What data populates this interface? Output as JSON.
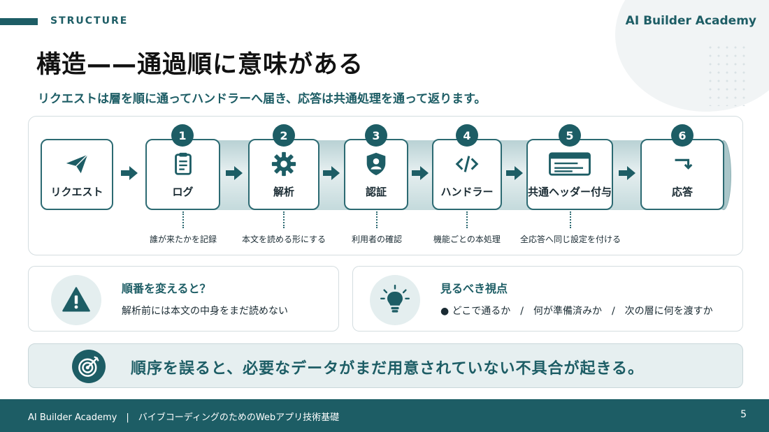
{
  "header": {
    "section_label": "STRUCTURE",
    "brand": "AI Builder Academy",
    "title": "構造——通過順に意味がある",
    "subtitle": "リクエストは層を順に通ってハンドラーへ届き、応答は共通処理を通って返ります。"
  },
  "flow": {
    "start": {
      "label": "リクエスト",
      "icon": "paper-plane-icon"
    },
    "steps": [
      {
        "number": "1",
        "label": "ログ",
        "icon": "clipboard-icon",
        "description": "誰が来たかを記録"
      },
      {
        "number": "2",
        "label": "解析",
        "icon": "gear-icon",
        "description": "本文を読める形にする"
      },
      {
        "number": "3",
        "label": "認証",
        "icon": "shield-user-icon",
        "description": "利用者の確認"
      },
      {
        "number": "4",
        "label": "ハンドラー",
        "icon": "code-icon",
        "description": "機能ごとの本処理"
      },
      {
        "number": "5",
        "label": "共通ヘッダー付与",
        "icon": "browser-window-icon",
        "description": "全応答へ同じ設定を付ける"
      },
      {
        "number": "6",
        "label": "応答",
        "icon": "return-arrow-icon",
        "description": ""
      }
    ]
  },
  "cards": {
    "warning": {
      "title": "順番を変えると？",
      "body": "解析前には本文の中身をまだ読めない",
      "icon": "warning-icon"
    },
    "viewpoint": {
      "title": "見るべき視点",
      "body": "● どこで通るか　/　何が準備済みか　/　次の層に何を渡すか",
      "icon": "lightbulb-icon"
    }
  },
  "banner": {
    "text": "順序を誤ると、必要なデータがまだ用意されていない不具合が起きる。",
    "icon": "target-icon"
  },
  "footer": {
    "text": "AI Builder Academy　|　バイブコーディングのためのWebアプリ技術基礎",
    "page": "5"
  },
  "colors": {
    "accent": "#1d5d65",
    "light": "#e6eff0"
  }
}
